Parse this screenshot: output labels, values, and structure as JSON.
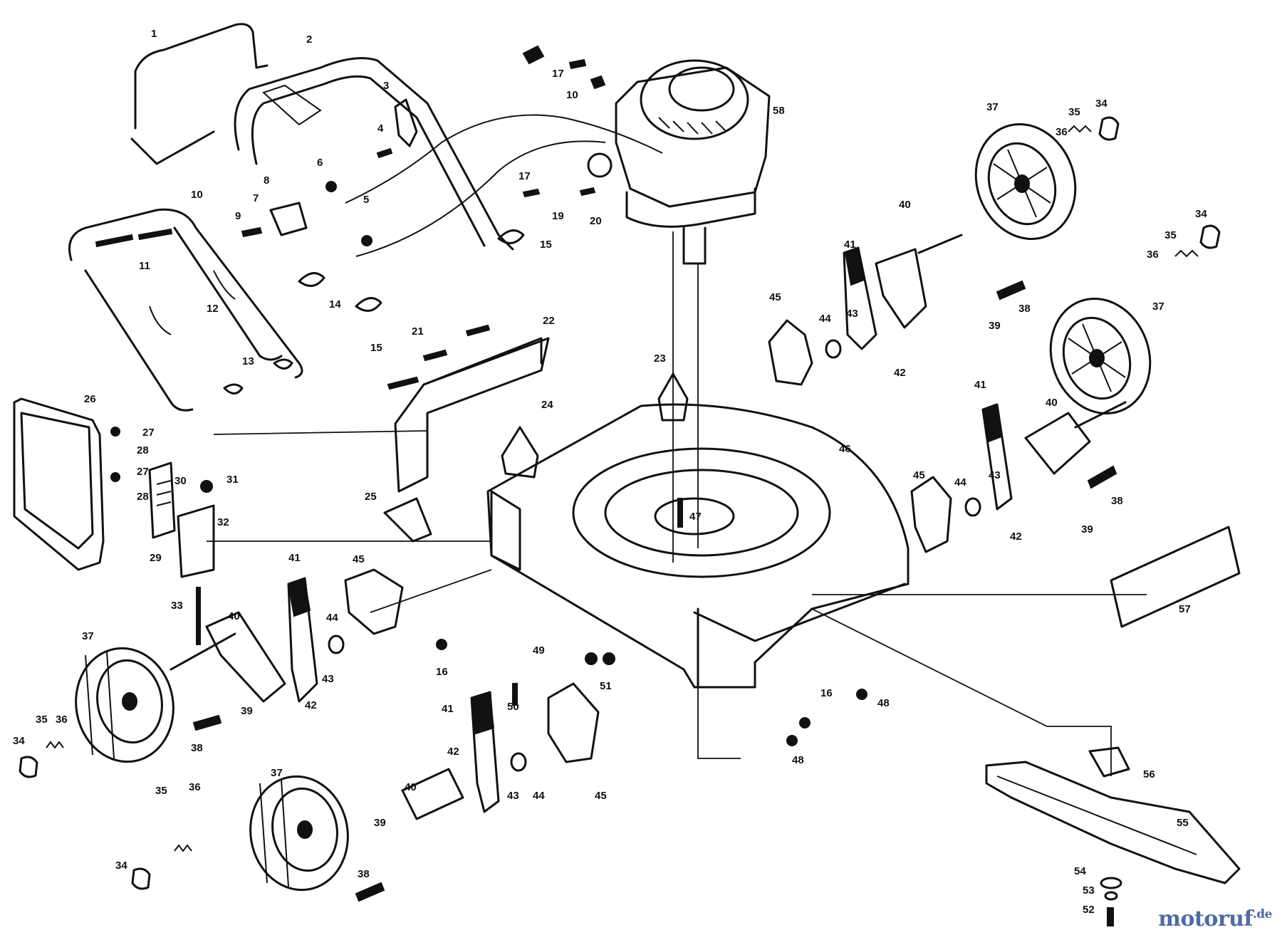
{
  "diagram": {
    "callouts": [
      {
        "id": "c1",
        "label": "1"
      },
      {
        "id": "c2",
        "label": "2"
      },
      {
        "id": "c3",
        "label": "3"
      },
      {
        "id": "c4",
        "label": "4"
      },
      {
        "id": "c5",
        "label": "5"
      },
      {
        "id": "c6",
        "label": "6"
      },
      {
        "id": "c7",
        "label": "7"
      },
      {
        "id": "c8",
        "label": "8"
      },
      {
        "id": "c9",
        "label": "9"
      },
      {
        "id": "c10a",
        "label": "10"
      },
      {
        "id": "c10b",
        "label": "10"
      },
      {
        "id": "c11",
        "label": "11"
      },
      {
        "id": "c12",
        "label": "12"
      },
      {
        "id": "c13",
        "label": "13"
      },
      {
        "id": "c14",
        "label": "14"
      },
      {
        "id": "c15a",
        "label": "15"
      },
      {
        "id": "c15b",
        "label": "15"
      },
      {
        "id": "c16a",
        "label": "16"
      },
      {
        "id": "c16b",
        "label": "16"
      },
      {
        "id": "c17a",
        "label": "17"
      },
      {
        "id": "c17b",
        "label": "17"
      },
      {
        "id": "c19",
        "label": "19"
      },
      {
        "id": "c20",
        "label": "20"
      },
      {
        "id": "c21",
        "label": "21"
      },
      {
        "id": "c22",
        "label": "22"
      },
      {
        "id": "c23",
        "label": "23"
      },
      {
        "id": "c24",
        "label": "24"
      },
      {
        "id": "c25",
        "label": "25"
      },
      {
        "id": "c26",
        "label": "26"
      },
      {
        "id": "c27a",
        "label": "27"
      },
      {
        "id": "c27b",
        "label": "27"
      },
      {
        "id": "c28a",
        "label": "28"
      },
      {
        "id": "c28b",
        "label": "28"
      },
      {
        "id": "c29",
        "label": "29"
      },
      {
        "id": "c30",
        "label": "30"
      },
      {
        "id": "c31",
        "label": "31"
      },
      {
        "id": "c32",
        "label": "32"
      },
      {
        "id": "c33",
        "label": "33"
      },
      {
        "id": "c34a",
        "label": "34"
      },
      {
        "id": "c34b",
        "label": "34"
      },
      {
        "id": "c34c",
        "label": "34"
      },
      {
        "id": "c34d",
        "label": "34"
      },
      {
        "id": "c35a",
        "label": "35"
      },
      {
        "id": "c35b",
        "label": "35"
      },
      {
        "id": "c35c",
        "label": "35"
      },
      {
        "id": "c35d",
        "label": "35"
      },
      {
        "id": "c36a",
        "label": "36"
      },
      {
        "id": "c36b",
        "label": "36"
      },
      {
        "id": "c36c",
        "label": "36"
      },
      {
        "id": "c36d",
        "label": "36"
      },
      {
        "id": "c37a",
        "label": "37"
      },
      {
        "id": "c37b",
        "label": "37"
      },
      {
        "id": "c37c",
        "label": "37"
      },
      {
        "id": "c37d",
        "label": "37"
      },
      {
        "id": "c38a",
        "label": "38"
      },
      {
        "id": "c38b",
        "label": "38"
      },
      {
        "id": "c38c",
        "label": "38"
      },
      {
        "id": "c38d",
        "label": "38"
      },
      {
        "id": "c39a",
        "label": "39"
      },
      {
        "id": "c39b",
        "label": "39"
      },
      {
        "id": "c39c",
        "label": "39"
      },
      {
        "id": "c39d",
        "label": "39"
      },
      {
        "id": "c40a",
        "label": "40"
      },
      {
        "id": "c40b",
        "label": "40"
      },
      {
        "id": "c40c",
        "label": "40"
      },
      {
        "id": "c40d",
        "label": "40"
      },
      {
        "id": "c41a",
        "label": "41"
      },
      {
        "id": "c41b",
        "label": "41"
      },
      {
        "id": "c41c",
        "label": "41"
      },
      {
        "id": "c41d",
        "label": "41"
      },
      {
        "id": "c42a",
        "label": "42"
      },
      {
        "id": "c42b",
        "label": "42"
      },
      {
        "id": "c42c",
        "label": "42"
      },
      {
        "id": "c42d",
        "label": "42"
      },
      {
        "id": "c43a",
        "label": "43"
      },
      {
        "id": "c43b",
        "label": "43"
      },
      {
        "id": "c43c",
        "label": "43"
      },
      {
        "id": "c43d",
        "label": "43"
      },
      {
        "id": "c44a",
        "label": "44"
      },
      {
        "id": "c44b",
        "label": "44"
      },
      {
        "id": "c44c",
        "label": "44"
      },
      {
        "id": "c44d",
        "label": "44"
      },
      {
        "id": "c45a",
        "label": "45"
      },
      {
        "id": "c45b",
        "label": "45"
      },
      {
        "id": "c45c",
        "label": "45"
      },
      {
        "id": "c45d",
        "label": "45"
      },
      {
        "id": "c46",
        "label": "46"
      },
      {
        "id": "c47",
        "label": "47"
      },
      {
        "id": "c48a",
        "label": "48"
      },
      {
        "id": "c48b",
        "label": "48"
      },
      {
        "id": "c49",
        "label": "49"
      },
      {
        "id": "c50",
        "label": "50"
      },
      {
        "id": "c51",
        "label": "51"
      },
      {
        "id": "c52",
        "label": "52"
      },
      {
        "id": "c53",
        "label": "53"
      },
      {
        "id": "c54",
        "label": "54"
      },
      {
        "id": "c55",
        "label": "55"
      },
      {
        "id": "c56",
        "label": "56"
      },
      {
        "id": "c57",
        "label": "57"
      },
      {
        "id": "c58",
        "label": "58"
      }
    ]
  },
  "watermark": {
    "brand": "motoruf",
    "tld": ".de",
    "brand_color": "#4d6aa6",
    "dot_colors": [
      "#e63a2e",
      "#f4c20d",
      "#3fa34d"
    ]
  }
}
